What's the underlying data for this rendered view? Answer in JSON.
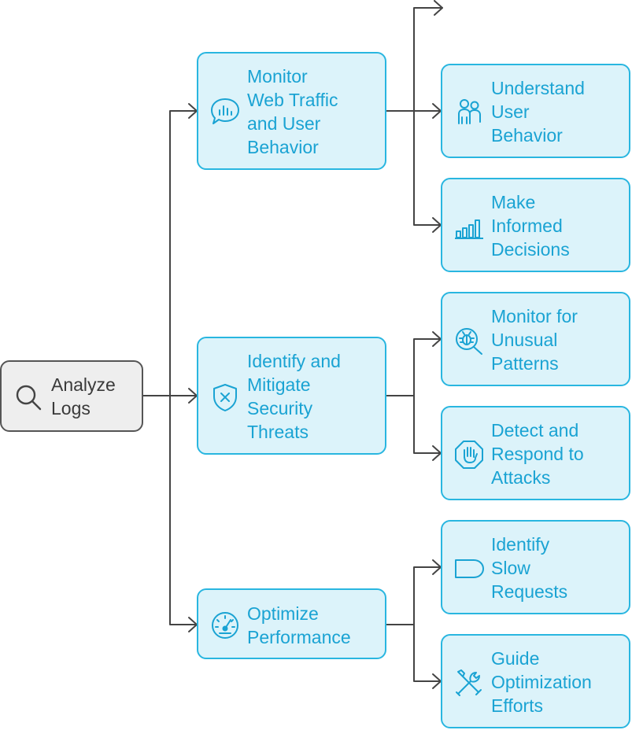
{
  "root": {
    "label": "Analyze\nLogs",
    "icon": "magnifier-icon"
  },
  "branches": [
    {
      "label": "Monitor\nWeb Traffic\nand User\nBehavior",
      "icon": "chat-chart-icon",
      "children": [
        {
          "label": "Understand\nUser\nBehavior",
          "icon": "users-icon"
        },
        {
          "label": "Make\nInformed\nDecisions",
          "icon": "bar-chart-icon"
        }
      ]
    },
    {
      "label": "Identify and\nMitigate\nSecurity\nThreats",
      "icon": "shield-x-icon",
      "children": [
        {
          "label": "Monitor for\nUnusual\nPatterns",
          "icon": "bug-search-icon"
        },
        {
          "label": "Detect and\nRespond to\nAttacks",
          "icon": "hand-stop-icon"
        }
      ]
    },
    {
      "label": "Optimize\nPerformance",
      "icon": "speedometer-icon",
      "children": [
        {
          "label": "Identify\nSlow\nRequests",
          "icon": "tag-shape-icon"
        },
        {
          "label": "Guide\nOptimization\nEfforts",
          "icon": "tools-icon"
        }
      ]
    }
  ],
  "colors": {
    "accent": "#29b6e0",
    "text_accent": "#1aa3d3",
    "node_fill": "#dcf3fa",
    "root_fill": "#eeeeee",
    "root_border": "#555555",
    "connector": "#444444"
  }
}
